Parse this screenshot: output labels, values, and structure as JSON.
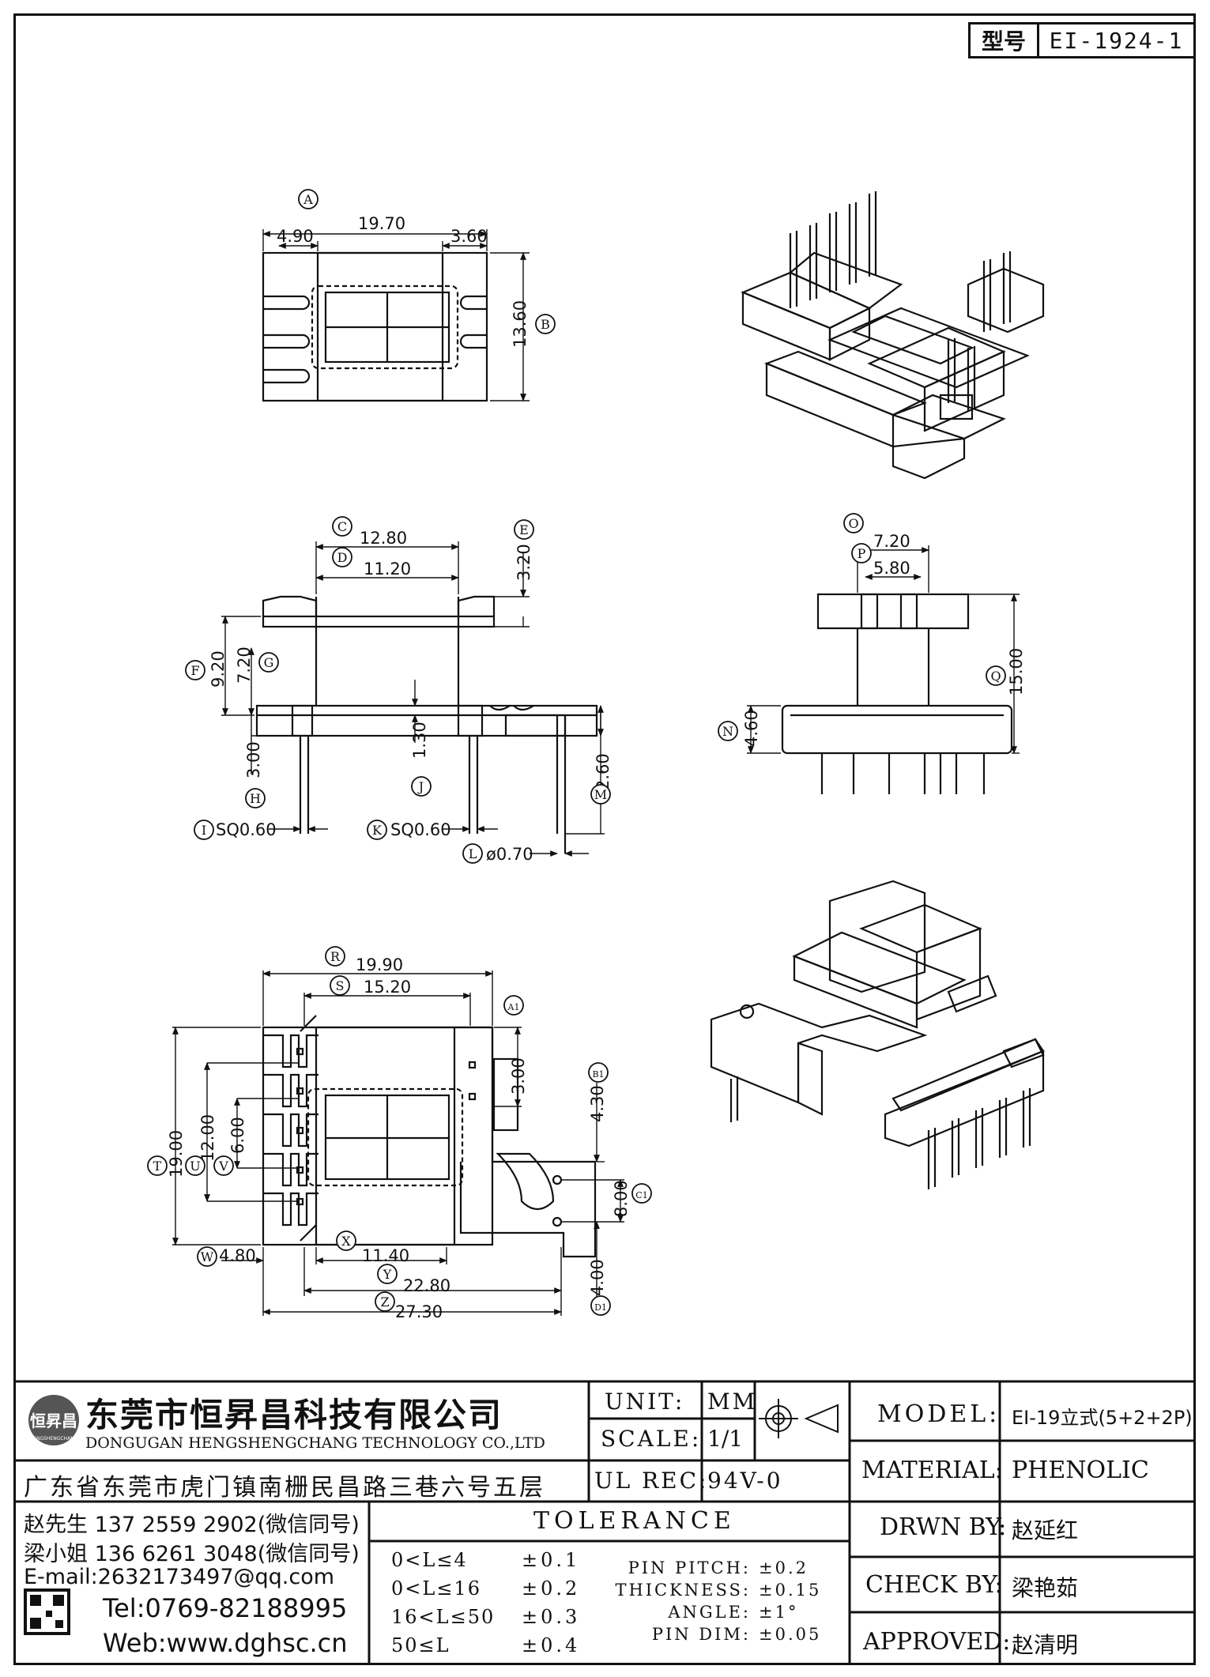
{
  "model_label": "型号",
  "model_number": "EI-1924-1",
  "views": {
    "top": {
      "A": "19.70",
      "dim_490": "4.90",
      "dim_360": "3.60",
      "B": "13.60"
    },
    "front": {
      "C": "12.80",
      "D": "11.20",
      "E": "3.20",
      "F": "9.20",
      "G": "7.20",
      "H": "3.00",
      "J": "1.30",
      "M": "2.60",
      "I": "SQ0.60",
      "K": "SQ0.60",
      "L": "ø0.70"
    },
    "side": {
      "O": "7.20",
      "P": "5.80",
      "Q": "15.00",
      "N": "4.60"
    },
    "bottom": {
      "R": "19.90",
      "S": "15.20",
      "A1": "3.00",
      "B1": "4.30",
      "C1": "8.00",
      "D1": "4.00",
      "T": "19.00",
      "U": "12.00",
      "V": "6.00",
      "W": "4.80",
      "X": "11.40",
      "Y": "22.80",
      "Z": "27.30"
    },
    "circle_labels": [
      "A",
      "B",
      "C",
      "D",
      "E",
      "F",
      "G",
      "H",
      "I",
      "J",
      "K",
      "L",
      "M",
      "N",
      "O",
      "P",
      "Q",
      "R",
      "S",
      "T",
      "U",
      "V",
      "W",
      "X",
      "Y",
      "Z",
      "A1",
      "B1",
      "C1",
      "D1"
    ]
  },
  "title_block": {
    "company_cn": "东莞市恒昇昌科技有限公司",
    "company_en": "DONGUGAN HENGSHENGCHANG TECHNOLOGY CO.,LTD",
    "logo_text": "恒昇昌",
    "logo_sub": "HENGSHENGCHANG",
    "address": "广东省东莞市虎门镇南栅民昌路三巷六号五层",
    "contacts": [
      "赵先生 137 2559 2902(微信同号)",
      "梁小姐 136 6261 3048(微信同号)",
      "E-mail:2632173497@qq.com"
    ],
    "tel": "Tel:0769-82188995",
    "web": "Web:www.dghsc.cn",
    "unit_label": "UNIT:",
    "unit_value": "MM",
    "scale_label": "SCALE:",
    "scale_value": "1/1",
    "ulrec_label": "UL REC:",
    "ulrec_value": "94V-0",
    "tolerance_title": "TOLERANCE",
    "tolerance_rows": [
      {
        "range": "0<L≤4",
        "tol": "±0.1"
      },
      {
        "range": "0<L≤16",
        "tol": "±0.2"
      },
      {
        "range": "16<L≤50",
        "tol": "±0.3"
      },
      {
        "range": "50≤L",
        "tol": "±0.4"
      }
    ],
    "pin_rows": [
      {
        "label": "PIN PITCH:",
        "tol": "±0.2"
      },
      {
        "label": "THICKNESS:",
        "tol": "±0.15"
      },
      {
        "label": "ANGLE:",
        "tol": "±1°"
      },
      {
        "label": "PIN DIM:",
        "tol": "±0.05"
      }
    ],
    "model_label": "MODEL:",
    "model_value": "EI-19立式(5+2+2P)",
    "material_label": "MATERIAL:",
    "material_value": "PHENOLIC",
    "drawn_label": "DRWN BY:",
    "drawn_value": "赵延红",
    "check_label": "CHECK BY:",
    "check_value": "梁艳茹",
    "approved_label": "APPROVED:",
    "approved_value": "赵清明"
  }
}
